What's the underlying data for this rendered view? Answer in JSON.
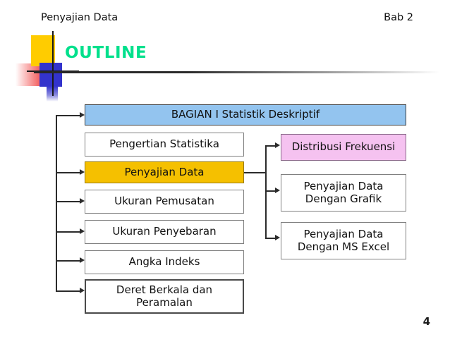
{
  "slide": {
    "header": {
      "left_text": "Penyajian Data",
      "right_text": "Bab 2"
    },
    "title": "OUTLINE",
    "page_number": "4",
    "colors": {
      "title_green": "#00e08c",
      "box_blue": "#93c4ef",
      "box_yellow": "#f5c000",
      "box_pink": "#f5c2f0",
      "logo_yellow": "#ffcc00",
      "logo_blue": "#3333cc",
      "logo_red": "#f03a3a",
      "connector": "#2b2b2b"
    }
  },
  "diagram": {
    "header_box": {
      "label": "BAGIAN  I  Statistik Deskriptif",
      "style": "blue"
    },
    "left_column": [
      {
        "label": "Pengertian Statistika",
        "style": "plain",
        "has_arrow": false
      },
      {
        "label": "Penyajian Data",
        "style": "yellow",
        "has_arrow": true
      },
      {
        "label": "Ukuran Pemusatan",
        "style": "plain",
        "has_arrow": true
      },
      {
        "label": "Ukuran Penyebaran",
        "style": "plain",
        "has_arrow": true
      },
      {
        "label": "Angka Indeks",
        "style": "plain",
        "has_arrow": true
      },
      {
        "label": "Deret Berkala dan\nPeramalan",
        "style": "plain",
        "has_arrow": true
      }
    ],
    "right_column": [
      {
        "label": "Distribusi Frekuensi",
        "style": "pink"
      },
      {
        "label": "Penyajian Data\nDengan Grafik",
        "style": "plain"
      },
      {
        "label": "Penyajian Data\nDengan MS Excel",
        "style": "plain"
      }
    ]
  }
}
